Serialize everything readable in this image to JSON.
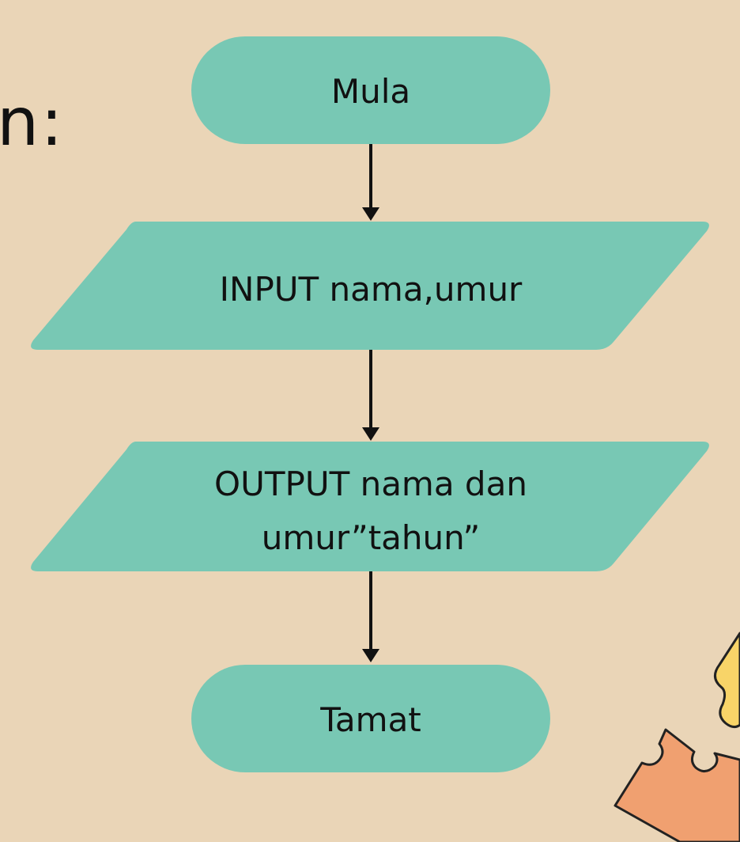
{
  "slide": {
    "heading_fragment": "n:"
  },
  "flowchart": {
    "start": {
      "label": "Mula"
    },
    "input": {
      "label": "INPUT nama,umur"
    },
    "output": {
      "line1": "OUTPUT nama dan",
      "line2": "umur”tahun”"
    },
    "end": {
      "label": "Tamat"
    }
  },
  "colors": {
    "background": "#ead5b7",
    "shape_fill": "#78c8b4",
    "puzzle_yellow": "#f8d468",
    "puzzle_orange": "#f0a070",
    "arrow": "#111111"
  }
}
